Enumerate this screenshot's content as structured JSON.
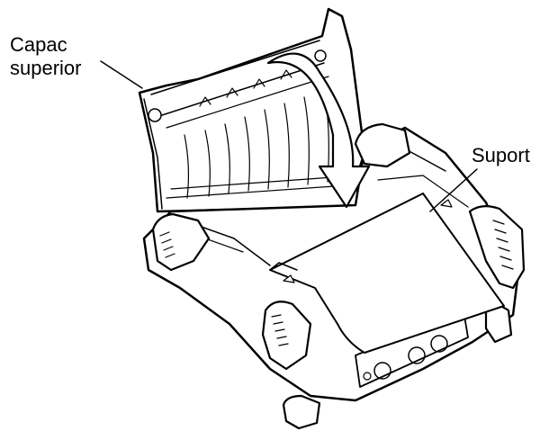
{
  "labels": {
    "top_cover_line1": "Capac",
    "top_cover_line2": "superior",
    "media": "Suport"
  },
  "icons": {
    "arrow": "curved-arrow-icon",
    "paper_marker": "triangle-marker-icon"
  },
  "colors": {
    "line": "#000000",
    "fill": "#ffffff",
    "shade": "#f4f4f4"
  }
}
